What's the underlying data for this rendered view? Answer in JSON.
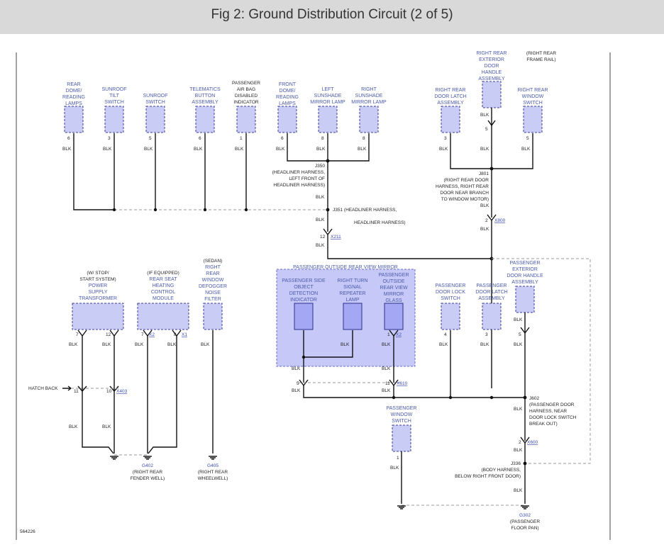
{
  "title": "Fig 2: Ground Distribution Circuit (2 of 5)",
  "figure_id": "564226",
  "wire_color": "BLK",
  "components": {
    "rear_dome": [
      "REAR",
      "DOME/",
      "READING",
      "LAMPS"
    ],
    "sunroof_tilt": [
      "SUNROOF",
      "TILT",
      "SWITCH"
    ],
    "sunroof_switch": [
      "SUNROOF",
      "SWITCH"
    ],
    "telematics": [
      "TELEMATICS",
      "BUTTON",
      "ASSEMBLY"
    ],
    "airbag": [
      "PASSENGER",
      "AIR BAG",
      "DISABLED",
      "INDICATOR"
    ],
    "front_dome": [
      "FRONT",
      "DOME/",
      "READING",
      "LAMPS"
    ],
    "left_sunshade": [
      "LEFT",
      "SUNSHADE",
      "MIRROR LAMP"
    ],
    "right_sunshade": [
      "RIGHT",
      "SUNSHADE",
      "MIRROR LAMP"
    ],
    "rr_door_latch": [
      "RIGHT REAR",
      "DOOR LATCH",
      "ASSEMBLY"
    ],
    "rr_ext_handle": [
      "RIGHT REAR",
      "EXTERIOR",
      "DOOR",
      "HANDLE",
      "ASSEMBLY"
    ],
    "rr_window_switch": [
      "RIGHT REAR",
      "WINDOW",
      "SWITCH"
    ],
    "rr_frame_rail": [
      "(RIGHT REAR",
      "FRAME RAIL)"
    ],
    "power_transformer": [
      "(W/ STOP/",
      "START SYSTEM)",
      "POWER",
      "SUPPLY",
      "TRANSFORMER"
    ],
    "seat_heating": [
      "(IF EQUIPPED)",
      "REAR SEAT",
      "HEATING",
      "CONTROL",
      "MODULE"
    ],
    "defogger": [
      "(SEDAN)",
      "RIGHT",
      "REAR",
      "WINDOW",
      "DEFOGGER",
      "NOISE",
      "FILTER"
    ],
    "mirror_group": "PASSENGER OUTSIDE REAR VIEW MIRROR",
    "side_object": [
      "PASSENGER SIDE",
      "OBJECT",
      "DETECTION",
      "INDICATOR"
    ],
    "turn_repeater": [
      "RIGHT TURN",
      "SIGNAL",
      "REPEATER",
      "LAMP"
    ],
    "mirror_glass": [
      "PASSENGER",
      "OUTSIDE",
      "REAR VIEW",
      "MIRROR",
      "GLASS"
    ],
    "pass_door_lock": [
      "PASSENGER",
      "DOOR LOCK",
      "SWITCH"
    ],
    "pass_door_latch": [
      "PASSENGER",
      "DOOR LATCH",
      "ASSEMBLY"
    ],
    "pass_ext_handle": [
      "PASSENGER",
      "EXTERIOR",
      "DOOR HANDLE",
      "ASSEMBLY"
    ],
    "pass_window_switch": [
      "PASSENGER",
      "WINDOW",
      "SWITCH"
    ]
  },
  "splices": {
    "j350": [
      "J350",
      "(HEADLINER HARNESS,",
      "LEFT FRONT OF",
      "HEADLINER HARNESS)"
    ],
    "j351": [
      "J351  (HEADLINER HARNESS,",
      "HEADLINER HARNESS)"
    ],
    "j801": [
      "J801",
      "(RIGHT REAR DOOR",
      "HARNESS, RIGHT REAR",
      "DOOR NEAR BRANCH",
      "TO WINDOW MOTOR)"
    ],
    "j602": [
      "J602",
      "(PASSENGER DOOR",
      "HARNESS, NEAR",
      "DOOR LOCK SWITCH",
      "BREAK OUT)"
    ],
    "j336": [
      "J336",
      "(BODY HARNESS,",
      "BELOW RIGHT FRONT DOOR)"
    ]
  },
  "connectors": {
    "x211": "X211",
    "x800": "X800",
    "x403": "X403",
    "x2": "X2",
    "x1": "X1",
    "x610": "X610",
    "x600": "X600"
  },
  "pins": {
    "p6": "6",
    "p3": "3",
    "p8": "8",
    "p1": "1",
    "p5": "5",
    "p2": "2",
    "p12": "12",
    "p7": "7",
    "p11": "11",
    "p10": "10",
    "p4": "4"
  },
  "hatch_back": "HATCH BACK",
  "grounds": {
    "g402": [
      "G402",
      "(RIGHT REAR",
      "FENDER WELL)"
    ],
    "g405": [
      "G405",
      "(RIGHT REAR",
      "WHEELWELL)"
    ],
    "g302": [
      "G302",
      "(PASSENGER",
      "FLOOR PAN)"
    ]
  },
  "colors": {
    "component_fill": "#c9cdf5",
    "component_stroke": "#3c3f9a",
    "link_blue": "#3a4ab0",
    "header_bg": "#d9d9d9"
  }
}
